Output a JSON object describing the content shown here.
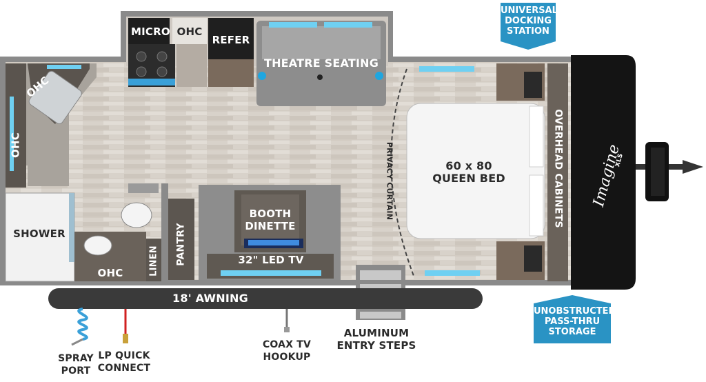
{
  "rooms": {
    "micro": "MICRO",
    "ohc_kitchen": "OHC",
    "refer": "REFER",
    "theatre_seating": "THEATRE SEATING",
    "ohc_corner": "OHC",
    "ohc_left": "OHC",
    "shower": "SHOWER",
    "ohc_bath": "OHC",
    "linen": "LINEN",
    "pantry": "PANTRY",
    "booth_dinette_1": "BOOTH",
    "booth_dinette_2": "DINETTE",
    "led_tv": "32\" LED TV",
    "privacy_curtain": "PRIVACY CURTAIN",
    "bed_size": "60 x 80",
    "bed_name": "QUEEN BED",
    "overhead_cabinets": "OVERHEAD CABINETS"
  },
  "exterior": {
    "awning": "18' AWNING",
    "spray_port_1": "SPRAY",
    "spray_port_2": "PORT",
    "lp_1": "LP QUICK",
    "lp_2": "CONNECT",
    "coax_1": "COAX TV",
    "coax_2": "HOOKUP",
    "steps_1": "ALUMINUM",
    "steps_2": "ENTRY STEPS"
  },
  "callouts": {
    "docking_1": "UNIVERSAL",
    "docking_2": "DOCKING",
    "docking_3": "STATION",
    "storage_1": "UNOBSTRUCTED",
    "storage_2": "PASS-THRU",
    "storage_3": "STORAGE"
  },
  "brand": {
    "logo": "Imagine",
    "logo_sub": "XLS"
  },
  "colors": {
    "floor": "#d9d3cc",
    "wall": "#6b6b6b",
    "cabinet": "#5c5650",
    "callout": "#2a93c4",
    "front_cap": "#141414",
    "led": "#6fd0f2"
  }
}
